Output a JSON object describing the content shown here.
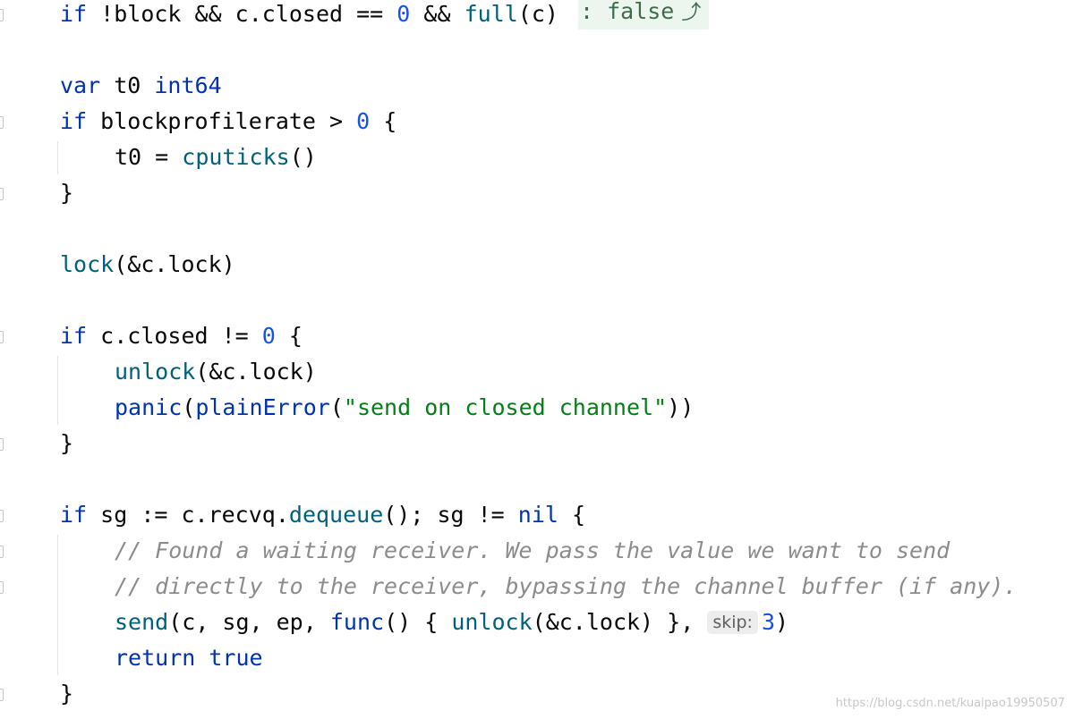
{
  "editor": {
    "inline_value": ": false",
    "inline_value_icon": "jump-to-value-icon",
    "param_hint": "skip:",
    "watermark": "https://blog.csdn.net/kuaipao19950507"
  },
  "code": {
    "l1": {
      "kw_if": "if",
      "cond": " !block && c.closed == ",
      "zero": "0",
      "and": " && ",
      "fn_full": "full",
      "args": "(c) "
    },
    "l3": {
      "kw_var": "var",
      "name": " t0 ",
      "type": "int64"
    },
    "l4": {
      "kw_if": "if",
      "cond": " blockprofilerate > ",
      "zero": "0",
      "brace": " {"
    },
    "l5": {
      "lhs": "t0 = ",
      "fn": "cputicks",
      "args": "()"
    },
    "l6": {
      "brace": "}"
    },
    "l8": {
      "fn": "lock",
      "args": "(&c.lock)"
    },
    "l10": {
      "kw_if": "if",
      "cond": " c.closed != ",
      "zero": "0",
      "brace": " {"
    },
    "l11": {
      "fn": "unlock",
      "args": "(&c.lock)"
    },
    "l12": {
      "fn_panic": "panic",
      "open": "(",
      "fn_err": "plainError",
      "open2": "(",
      "str": "\"send on closed channel\"",
      "close": "))"
    },
    "l13": {
      "brace": "}"
    },
    "l15": {
      "kw_if": "if",
      "pre": " sg := c.recvq.",
      "fn": "dequeue",
      "mid": "(); sg != ",
      "kw_nil": "nil",
      "brace": " {"
    },
    "l16": {
      "comment": "// Found a waiting receiver. We pass the value we want to send"
    },
    "l17": {
      "comment": "// directly to the receiver, bypassing the channel buffer (if any)."
    },
    "l18": {
      "fn_send": "send",
      "args": "(c, sg, ep, ",
      "kw_func": "func",
      "mid": "() { ",
      "fn_unlock": "unlock",
      "inner": "(&c.lock) }, ",
      "num": "3",
      "close": ")"
    },
    "l19": {
      "kw_return": "return",
      "space": " ",
      "kw_true": "true"
    },
    "l20": {
      "brace": "}"
    }
  }
}
